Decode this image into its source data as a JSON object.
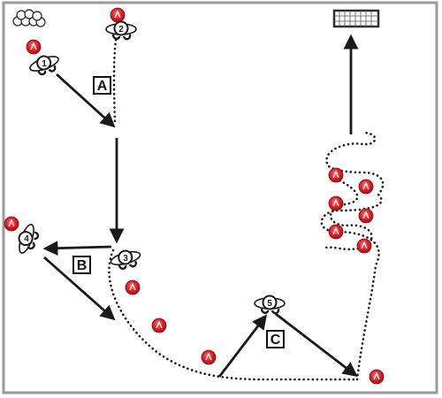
{
  "labels": {
    "phase_a": "A",
    "phase_b": "B",
    "phase_c": "C"
  },
  "players": [
    {
      "id": "player-1",
      "number": "1"
    },
    {
      "id": "player-2",
      "number": "2"
    },
    {
      "id": "player-3",
      "number": "3"
    },
    {
      "id": "player-4",
      "number": "4"
    },
    {
      "id": "player-5",
      "number": "5"
    }
  ],
  "colors": {
    "field_border": "#9a9a9a",
    "cone": "#d81f26",
    "cone_highlight": "#ffffff",
    "line": "#1a1a1a",
    "goal": "#2e2e2e"
  },
  "icons": [
    "ball-pile-icon",
    "goal-icon",
    "cone-icon",
    "player-icon"
  ]
}
